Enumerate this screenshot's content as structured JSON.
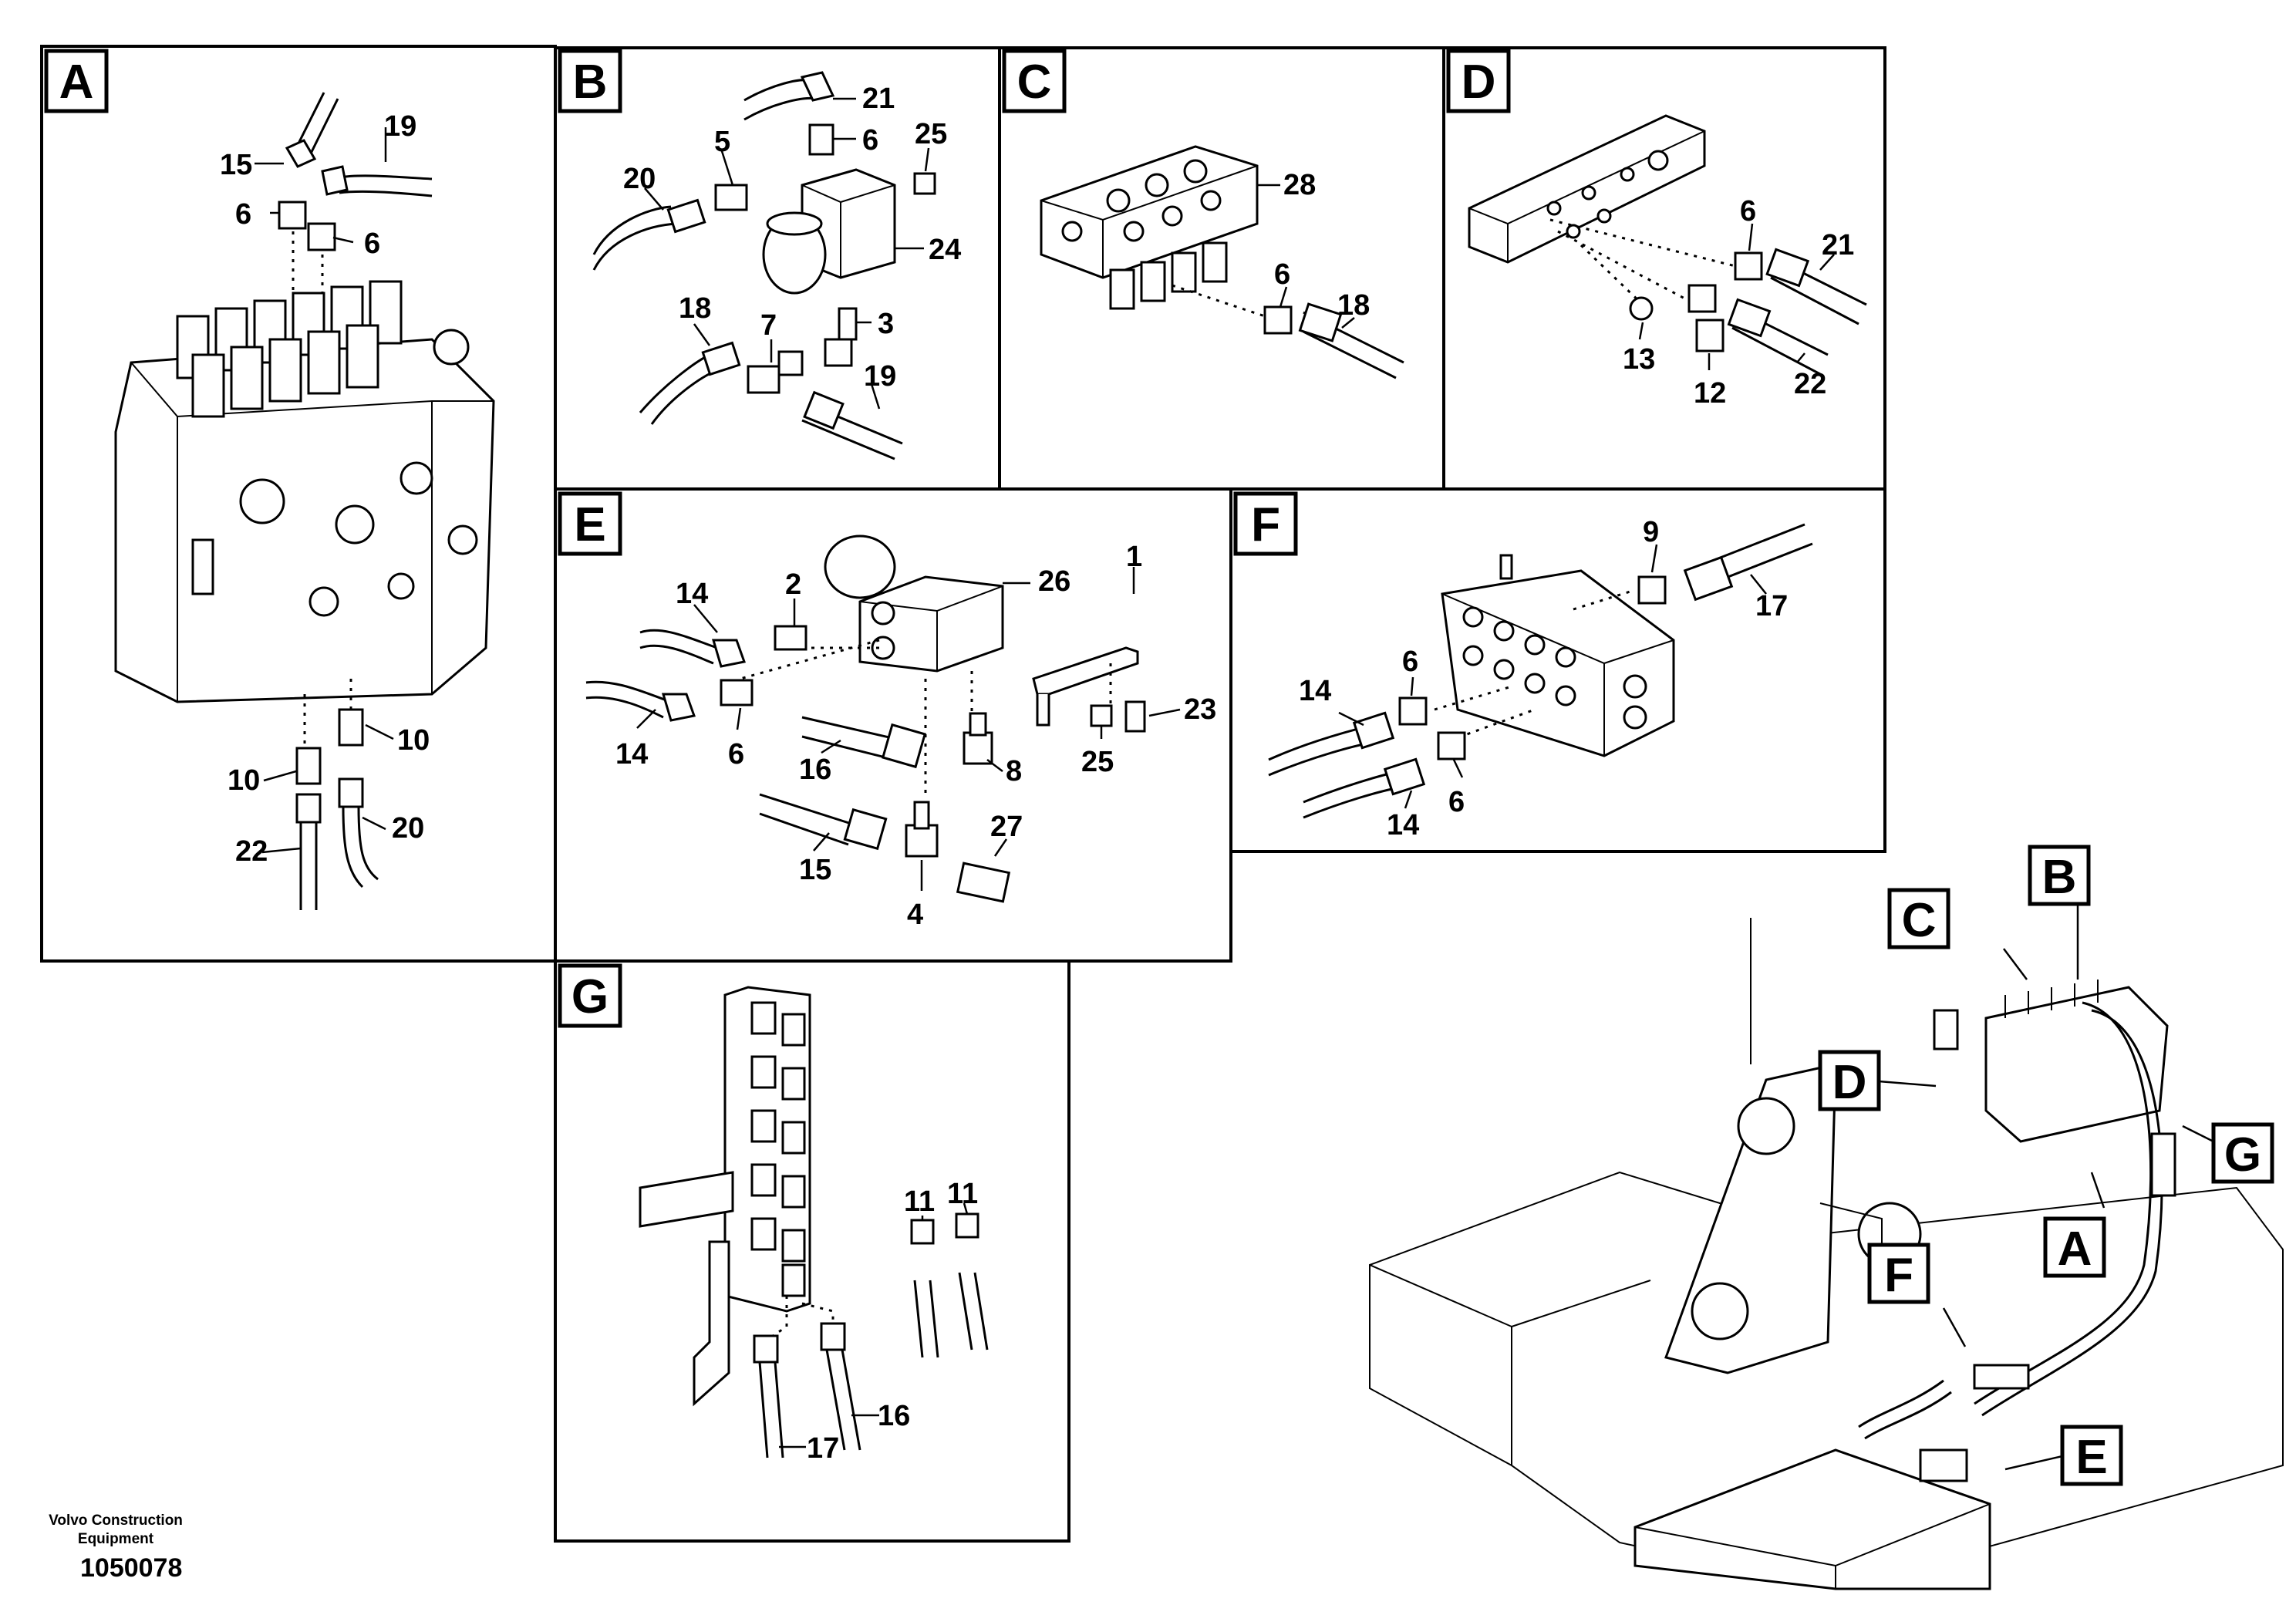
{
  "panels": {
    "A": {
      "badge": "A",
      "callouts": [
        "15",
        "19",
        "6",
        "6",
        "10",
        "10",
        "22",
        "20"
      ]
    },
    "B": {
      "badge": "B",
      "callouts": [
        "21",
        "5",
        "6",
        "25",
        "20",
        "24",
        "18",
        "7",
        "3",
        "19"
      ]
    },
    "C": {
      "badge": "C",
      "callouts": [
        "28",
        "6",
        "18"
      ]
    },
    "D": {
      "badge": "D",
      "callouts": [
        "6",
        "21",
        "13",
        "12",
        "22"
      ]
    },
    "E": {
      "badge": "E",
      "callouts": [
        "26",
        "1",
        "14",
        "2",
        "14",
        "6",
        "16",
        "8",
        "23",
        "25",
        "15",
        "27",
        "4"
      ]
    },
    "F": {
      "badge": "F",
      "callouts": [
        "9",
        "17",
        "14",
        "6",
        "14",
        "6"
      ]
    },
    "G": {
      "badge": "G",
      "callouts": [
        "11",
        "11",
        "16",
        "17"
      ]
    }
  },
  "overview": {
    "labels": [
      "B",
      "C",
      "D",
      "G",
      "A",
      "F",
      "E"
    ]
  },
  "footer": {
    "line1": "Volvo Construction",
    "line2": "Equipment",
    "doc_id": "1050078"
  },
  "colors": {
    "ink": "#000000",
    "paper": "#ffffff"
  }
}
